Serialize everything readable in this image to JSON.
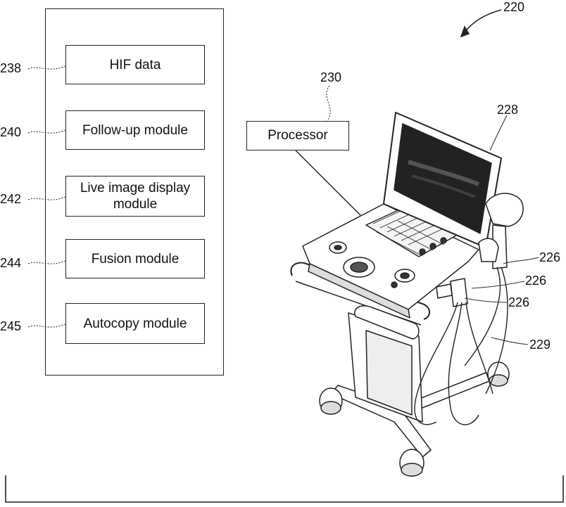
{
  "figure_ref": "220",
  "memory_box": {
    "modules": [
      {
        "ref": "238",
        "label": "HIF data"
      },
      {
        "ref": "240",
        "label": "Follow-up module"
      },
      {
        "ref": "242",
        "label": "Live image display module"
      },
      {
        "ref": "244",
        "label": "Fusion module"
      },
      {
        "ref": "245",
        "label": "Autocopy module"
      }
    ]
  },
  "processor": {
    "ref": "230",
    "label": "Processor"
  },
  "device_refs": {
    "display": "228",
    "probe_a": "226",
    "probe_b": "226",
    "probe_c": "226",
    "cable": "229"
  }
}
